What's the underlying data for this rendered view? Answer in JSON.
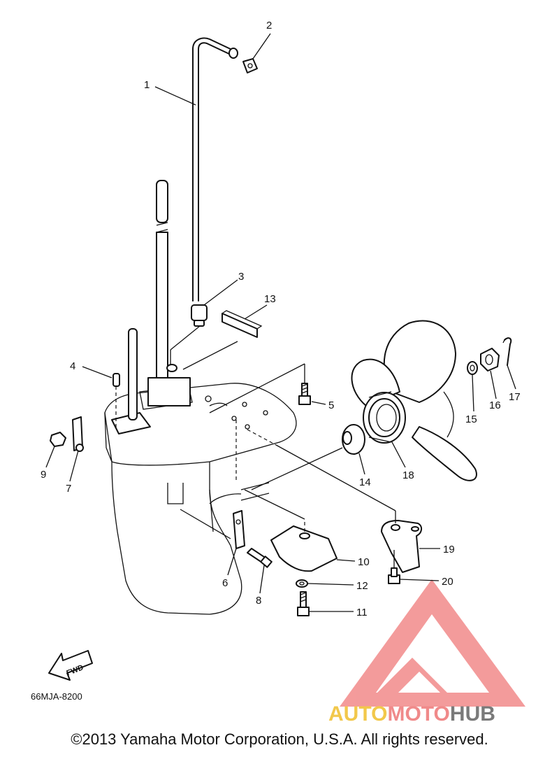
{
  "callouts": [
    {
      "id": "1",
      "label": "1"
    },
    {
      "id": "2",
      "label": "2"
    },
    {
      "id": "3",
      "label": "3"
    },
    {
      "id": "4",
      "label": "4"
    },
    {
      "id": "5",
      "label": "5"
    },
    {
      "id": "6",
      "label": "6"
    },
    {
      "id": "7",
      "label": "7"
    },
    {
      "id": "8",
      "label": "8"
    },
    {
      "id": "9",
      "label": "9"
    },
    {
      "id": "10",
      "label": "10"
    },
    {
      "id": "11",
      "label": "11"
    },
    {
      "id": "12",
      "label": "12"
    },
    {
      "id": "13",
      "label": "13"
    },
    {
      "id": "14",
      "label": "14"
    },
    {
      "id": "15",
      "label": "15"
    },
    {
      "id": "16",
      "label": "16"
    },
    {
      "id": "17",
      "label": "17"
    },
    {
      "id": "18",
      "label": "18"
    },
    {
      "id": "19",
      "label": "19"
    },
    {
      "id": "20",
      "label": "20"
    }
  ],
  "fwd_label": "FWD",
  "diagram_code": "66MJA-8200",
  "watermark": {
    "part1": "AUTO",
    "part2": "MOTO",
    "part3": "HUB",
    "color_auto": "#f2c84b",
    "color_moto": "#f08a8a",
    "color_hub": "#7a7a7a",
    "logo_color": "#f07a7a"
  },
  "copyright": "©2013 Yamaha Motor Corporation, U.S.A. All rights reserved."
}
